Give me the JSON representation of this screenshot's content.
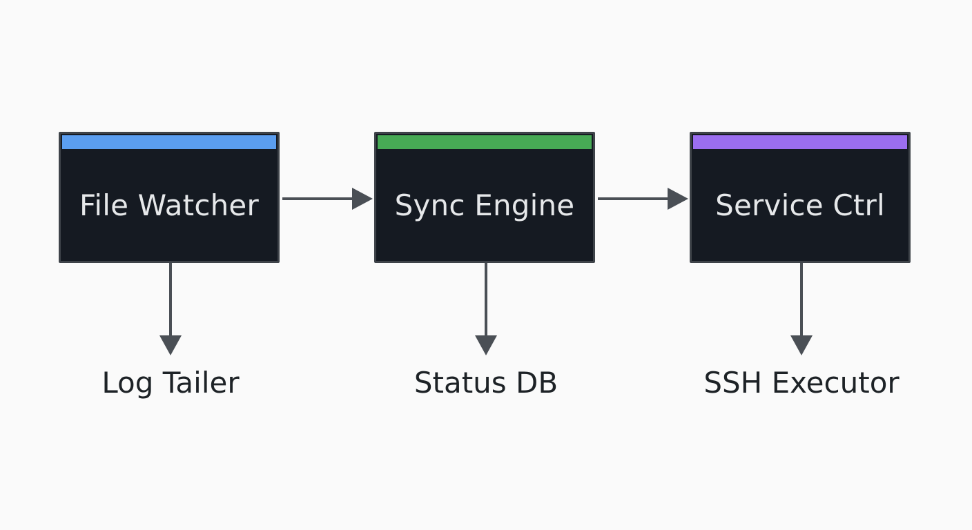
{
  "nodes": [
    {
      "id": "file-watcher",
      "label": "File Watcher",
      "accent_color": "#5b9ef0"
    },
    {
      "id": "sync-engine",
      "label": "Sync Engine",
      "accent_color": "#47aa55"
    },
    {
      "id": "service-ctrl",
      "label": "Service Ctrl",
      "accent_color": "#9b6ef0"
    }
  ],
  "outputs": [
    {
      "label": "Log Tailer",
      "from": "file-watcher"
    },
    {
      "label": "Status DB",
      "from": "sync-engine"
    },
    {
      "label": "SSH Executor",
      "from": "service-ctrl"
    }
  ],
  "edges": [
    {
      "from": "file-watcher",
      "to": "sync-engine"
    },
    {
      "from": "sync-engine",
      "to": "service-ctrl"
    }
  ],
  "colors": {
    "background": "#fafafa",
    "node_fill": "#151a22",
    "node_border": "#3e4349",
    "arrow": "#4a4f55",
    "node_text": "#e6e8ea",
    "output_text": "#1d2226"
  }
}
